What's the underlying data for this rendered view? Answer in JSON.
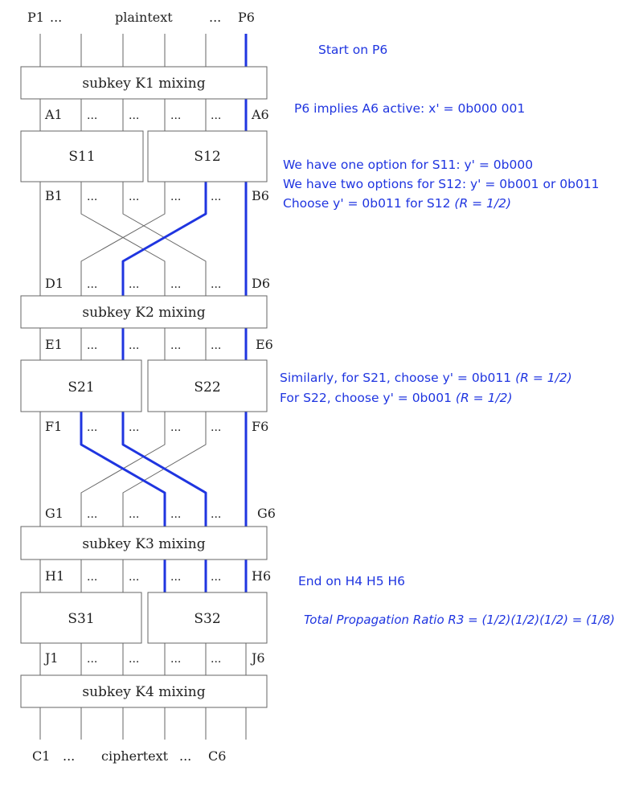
{
  "top": {
    "p1": "P1",
    "dots1": "...",
    "plaintext": "plaintext",
    "dots2": "...",
    "p6": "P6"
  },
  "bottom": {
    "c1": "C1",
    "dots1": "...",
    "ciphertext": "ciphertext",
    "dots2": "...",
    "c6": "C6"
  },
  "boxes": {
    "k1": "subkey K1 mixing",
    "k2": "subkey K2 mixing",
    "k3": "subkey K3 mixing",
    "k4": "subkey K4 mixing",
    "s11": "S11",
    "s12": "S12",
    "s21": "S21",
    "s22": "S22",
    "s31": "S31",
    "s32": "S32"
  },
  "rows": {
    "a": {
      "first": "A1",
      "last": "A6"
    },
    "b": {
      "first": "B1",
      "last": "B6"
    },
    "d": {
      "first": "D1",
      "last": "D6"
    },
    "e": {
      "first": "E1",
      "last": "E6"
    },
    "f": {
      "first": "F1",
      "last": "F6"
    },
    "g": {
      "first": "G1",
      "last": "G6"
    },
    "h": {
      "first": "H1",
      "last": "H6"
    },
    "j": {
      "first": "J1",
      "last": "J6"
    }
  },
  "ellipsis": "...",
  "notes": {
    "start": "Start on P6",
    "a6": "P6 implies A6 active: x' = 0b000 001",
    "s11": "We have one option for S11: y' = 0b000",
    "s12": "We have two options for S12: y' = 0b001 or 0b011",
    "choose_s12": "Choose y' = 0b011 for S12",
    "choose_s12_ratio": "(R = 1/2)",
    "s21": "Similarly, for S21, choose y' = 0b011",
    "s21_ratio": "(R = 1/2)",
    "s22": "For S22, choose y' = 0b001",
    "s22_ratio": "(R = 1/2)",
    "end": "End on H4 H5 H6",
    "total": "Total Propagation Ratio R3 = (1/2)(1/2)(1/2) = (1/8)"
  },
  "colors": {
    "wire": "#555555",
    "active": "#1f35e0",
    "text": "#222222",
    "note": "#1f35e0"
  }
}
